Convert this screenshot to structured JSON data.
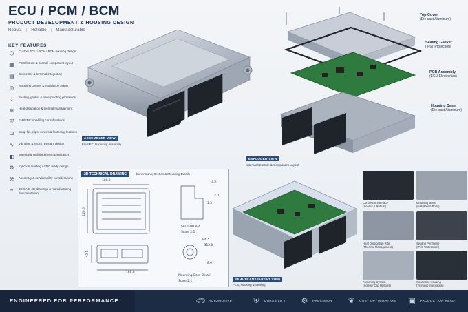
{
  "header": {
    "title": "ECU / PCM / BCM",
    "subtitle": "PRODUCT DEVELOPMENT & HOUSING DESIGN",
    "tags": [
      "Robust",
      "Reliable",
      "Manufacturable"
    ]
  },
  "key_features": {
    "title": "KEY FEATURES",
    "items": [
      {
        "icon": "housing-icon",
        "text": "Custom ECU / PCM / BCM housing design"
      },
      {
        "icon": "pcb-icon",
        "text": "PCB fitment & internal component layout"
      },
      {
        "icon": "connector-icon",
        "text": "Connector & terminal integration"
      },
      {
        "icon": "mounting-icon",
        "text": "Mounting bosses & installation points"
      },
      {
        "icon": "water-drop-icon",
        "text": "Sealing, gasket & waterproofing provisions"
      },
      {
        "icon": "heat-icon",
        "text": "Heat dissipation & thermal management"
      },
      {
        "icon": "shield-icon",
        "text": "EMI/EMC shielding considerations"
      },
      {
        "icon": "clip-icon",
        "text": "Snap-fits, clips, screws & fastening features"
      },
      {
        "icon": "vibration-icon",
        "text": "Vibration & shock resistant design"
      },
      {
        "icon": "material-icon",
        "text": "Material & wall-thickness optimization"
      },
      {
        "icon": "mold-icon",
        "text": "Injection molding / CNC ready design"
      },
      {
        "icon": "assembly-icon",
        "text": "Assembly & serviceability considerations"
      },
      {
        "icon": "cad-icon",
        "text": "3D CAD, 2D drawings & manufacturing documentation"
      }
    ]
  },
  "assembled": {
    "tag": "ASSEMBLED VIEW",
    "sub": "Final ECU Housing Assembly"
  },
  "exploded": {
    "tag": "EXPLODED VIEW",
    "sub": "Internal Structure & Component Layout",
    "labels": [
      {
        "title": "Top Cover",
        "sub": "(Die-cast Aluminum)"
      },
      {
        "title": "Sealing Gasket",
        "sub": "(IP67 Protection)"
      },
      {
        "title": "PCB Assembly",
        "sub": "(ECU Electronics)"
      },
      {
        "title": "Housing Base",
        "sub": "(Die-cast Aluminum)"
      }
    ]
  },
  "technical": {
    "tag": "2D TECHNICAL DRAWING",
    "sub": "Dimensions, Section & Mounting Details",
    "dims": {
      "w1": "180.0",
      "h1": "140.0",
      "h2": "42.5",
      "w2": "160.0",
      "s1": "3.5",
      "s2": "2.0",
      "s3": "1.5",
      "d1": "Ø6.5",
      "d2": "Ø12.0",
      "d3": "8.0"
    },
    "section_label": "SECTION A-A",
    "section_scale": "Scale 2:1",
    "boss_label": "Mounting Boss Detail",
    "boss_scale": "Scale 2:1"
  },
  "semi": {
    "tag": "SEMI-TRANSPARENT VIEW",
    "sub": "PCB, Housing & Sealing"
  },
  "thumbs": [
    {
      "title": "Connector Interface",
      "sub": "(Sealed & Robust)"
    },
    {
      "title": "Mounting Boss",
      "sub": "(Installation Point)"
    },
    {
      "title": "Heat Dissipation Ribs",
      "sub": "(Thermal Management)"
    },
    {
      "title": "Sealing Perimeter",
      "sub": "(IP67 Waterproof)"
    },
    {
      "title": "Fastening System",
      "sub": "(Screw / Clip Options)"
    },
    {
      "title": "Connector Housing",
      "sub": "(Terminal Integration)"
    }
  ],
  "footer": {
    "title": "ENGINEERED FOR PERFORMANCE",
    "items": [
      {
        "icon": "car-icon",
        "label": "AUTOMOTIVE"
      },
      {
        "icon": "shield-check-icon",
        "label": "DURABILITY"
      },
      {
        "icon": "gear-icon",
        "label": "PRECISION"
      },
      {
        "icon": "leaf-icon",
        "label": "COST OPTIMIZATION"
      },
      {
        "icon": "box-icon",
        "label": "PRODUCTION READY"
      }
    ]
  },
  "colors": {
    "navy": "#1b2f4a",
    "accent": "#2a4e7c",
    "footer": "#1c2c44",
    "pcb": "#2f7a3f"
  }
}
